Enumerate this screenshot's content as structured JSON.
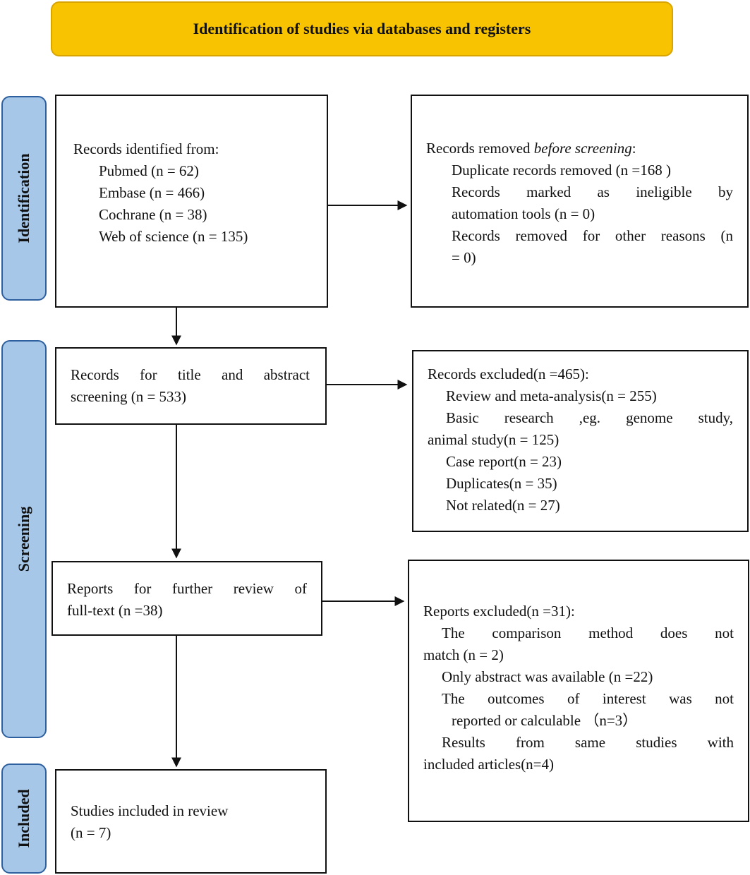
{
  "header": {
    "title": "Identification of studies via databases and registers"
  },
  "stages": {
    "identification": "Identification",
    "screening": "Screening",
    "included": "Included"
  },
  "identified": {
    "heading": "Records identified from:",
    "sources": [
      "Pubmed (n = 62)",
      "Embase (n = 466)",
      "Cochrane (n = 38)",
      "Web of science (n = 135)"
    ]
  },
  "removed": {
    "heading_prefix": "Records removed ",
    "heading_italic": "before screening",
    "heading_suffix": ":",
    "lines": [
      "Duplicate records removed (n =168 )",
      "Records marked as ineligible by",
      "automation tools (n = 0)",
      "Records removed for other reasons (n",
      "= 0)"
    ]
  },
  "screened": {
    "lines": [
      "Records for title and abstract",
      "screening (n = 533)"
    ]
  },
  "excluded": {
    "heading": "Records excluded(n =465):",
    "lines": [
      "Review and meta-analysis(n = 255)",
      "Basic research ,eg. genome study,",
      "animal study(n = 125)",
      "Case report(n = 23)",
      "Duplicates(n = 35)",
      "Not related(n = 27)"
    ]
  },
  "fulltext": {
    "lines": [
      "Reports for further review of",
      "full-text (n =38)"
    ]
  },
  "reports_excluded": {
    "heading": "Reports excluded(n =31):",
    "lines": [
      "The comparison method does not",
      "match (n = 2)",
      "Only abstract was available (n =22)",
      "The outcomes of interest was not",
      "reported or calculable （n=3）",
      "Results from same studies with",
      "included articles(n=4)"
    ]
  },
  "included": {
    "lines": [
      "Studies included in review",
      "(n = 7)"
    ]
  }
}
